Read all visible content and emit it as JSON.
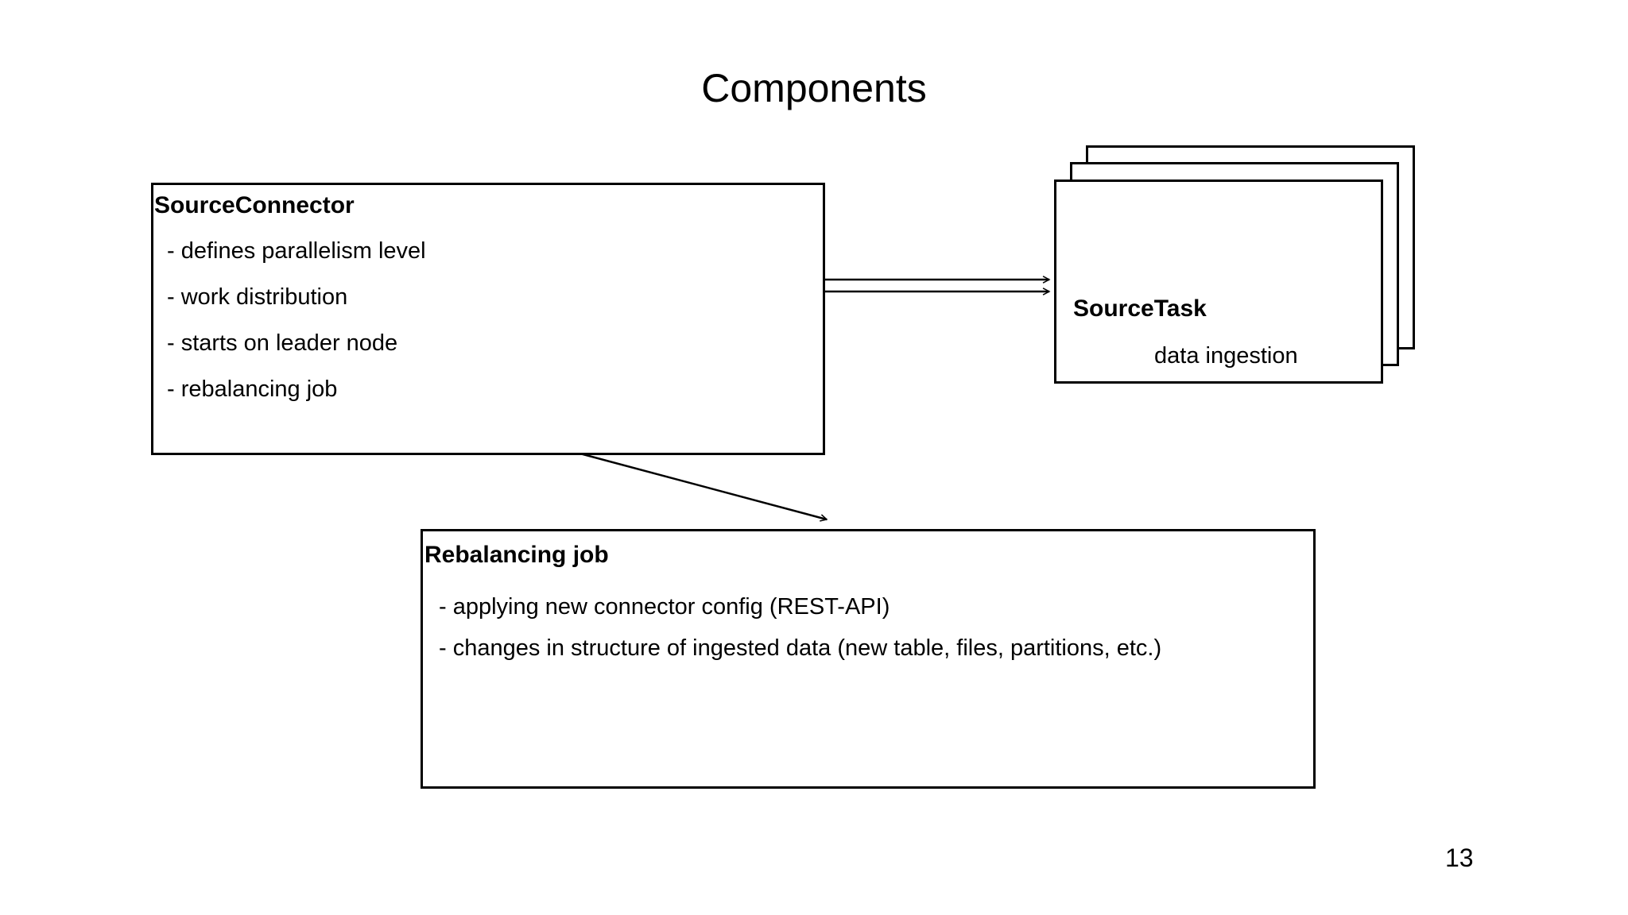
{
  "title": "Components",
  "page_number": "13",
  "colors": {
    "background": "#ffffff",
    "line": "#000000",
    "text": "#000000"
  },
  "boxes": {
    "source_connector": {
      "title": "SourceConnector",
      "items": [
        "- defines parallelism level",
        "- work distribution",
        "- starts on leader node",
        "- rebalancing job"
      ]
    },
    "source_task": {
      "title": "SourceTask",
      "subtitle": "data ingestion",
      "stack_count": 3
    },
    "rebalancing_job": {
      "title": "Rebalancing job",
      "items": [
        "- applying new connector config (REST-API)",
        "- changes in structure of ingested data (new table, files, partitions, etc.)"
      ]
    }
  },
  "arrows": [
    {
      "from": "SourceConnector",
      "to": "SourceTask",
      "style": "double-line-horizontal-right"
    },
    {
      "from": "SourceConnector",
      "to": "Rebalancing job",
      "style": "single-line-diagonal"
    }
  ]
}
